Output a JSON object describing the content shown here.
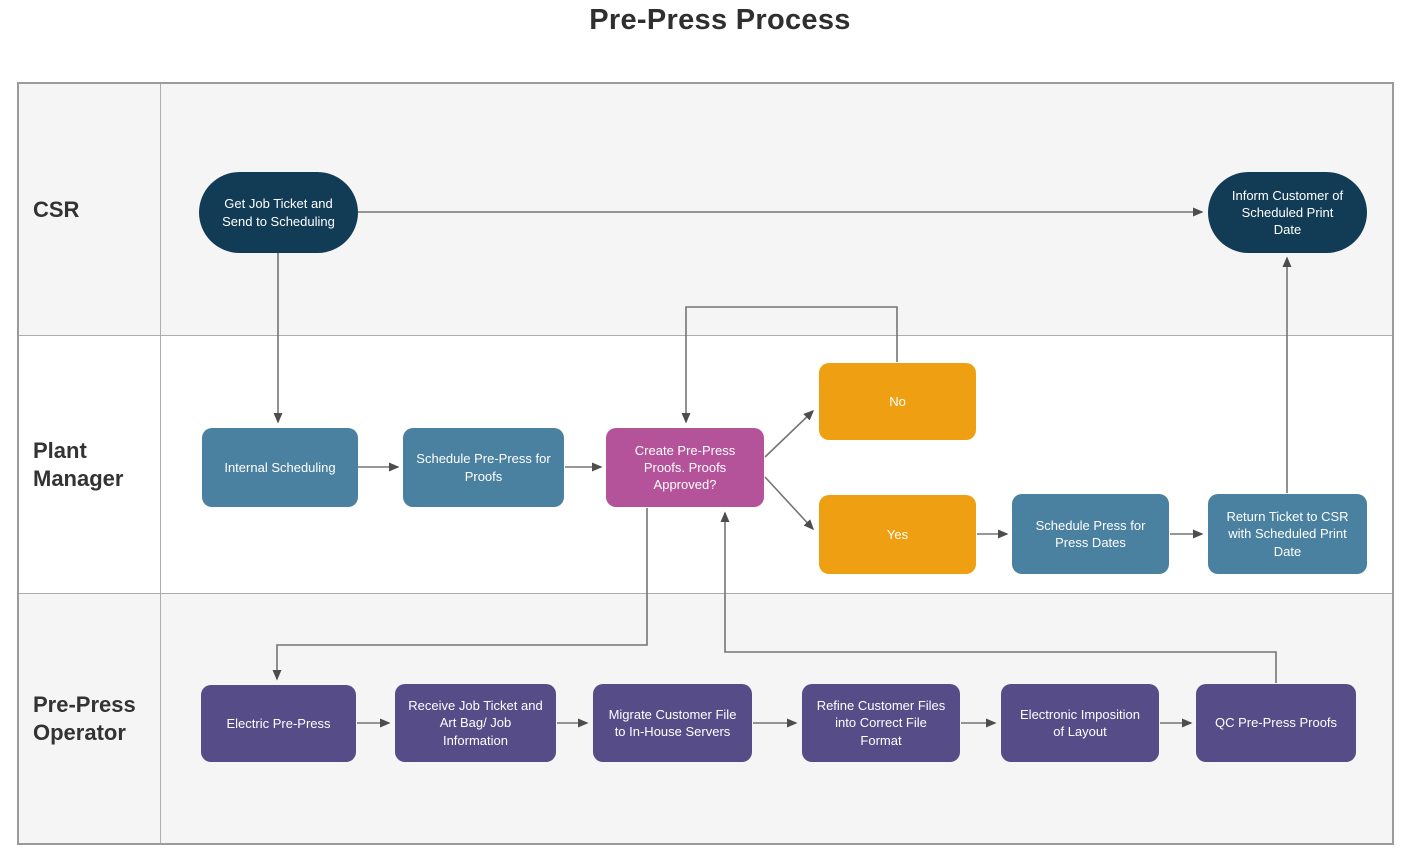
{
  "title": "Pre-Press Process",
  "palette": {
    "navy": "#123C56",
    "blue": "#4A81A1",
    "magenta": "#B4529A",
    "orange": "#EFA012",
    "purple": "#554C88",
    "lane_alt_bg": "#F5F5F6",
    "lane_bg": "#FFFFFF",
    "border": "#9B9B9B",
    "line": "#757575",
    "text_dark": "#333333",
    "node_text": "#FFFFFF"
  },
  "lanes": [
    {
      "label": "CSR"
    },
    {
      "label": "Plant Manager"
    },
    {
      "label": "Pre-Press Operator"
    }
  ],
  "nodes": {
    "get_job_ticket": {
      "label": "Get Job Ticket and Send to Scheduling",
      "color": "navy"
    },
    "inform_customer": {
      "label": "Inform Customer of Scheduled Print Date",
      "color": "navy"
    },
    "internal_scheduling": {
      "label": "Internal Scheduling",
      "color": "blue"
    },
    "schedule_prepress": {
      "label": "Schedule Pre-Press for Proofs",
      "color": "blue"
    },
    "create_proofs": {
      "label": "Create Pre-Press Proofs. Proofs Approved?",
      "color": "magenta"
    },
    "no": {
      "label": "No",
      "color": "orange"
    },
    "yes": {
      "label": "Yes",
      "color": "orange"
    },
    "schedule_press": {
      "label": "Schedule Press for Press Dates",
      "color": "blue"
    },
    "return_ticket": {
      "label": "Return Ticket to CSR with Scheduled Print Date",
      "color": "blue"
    },
    "electric_prepress": {
      "label": "Electric Pre-Press",
      "color": "purple"
    },
    "receive_job_ticket": {
      "label": "Receive Job Ticket and Art Bag/ Job Information",
      "color": "purple"
    },
    "migrate_file": {
      "label": "Migrate Customer File to In-House Servers",
      "color": "purple"
    },
    "refine_files": {
      "label": "Refine Customer Files into Correct File Format",
      "color": "purple"
    },
    "electronic_imposition": {
      "label": "Electronic Imposition of Layout",
      "color": "purple"
    },
    "qc_proofs": {
      "label": "QC Pre-Press Proofs",
      "color": "purple"
    }
  },
  "edges": [
    {
      "from": "get_job_ticket",
      "to": "inform_customer"
    },
    {
      "from": "get_job_ticket",
      "to": "internal_scheduling"
    },
    {
      "from": "internal_scheduling",
      "to": "schedule_prepress"
    },
    {
      "from": "schedule_prepress",
      "to": "create_proofs"
    },
    {
      "from": "create_proofs",
      "to": "no"
    },
    {
      "from": "create_proofs",
      "to": "yes"
    },
    {
      "from": "no",
      "to": "create_proofs"
    },
    {
      "from": "yes",
      "to": "schedule_press"
    },
    {
      "from": "schedule_press",
      "to": "return_ticket"
    },
    {
      "from": "return_ticket",
      "to": "inform_customer"
    },
    {
      "from": "create_proofs",
      "to": "electric_prepress"
    },
    {
      "from": "electric_prepress",
      "to": "receive_job_ticket"
    },
    {
      "from": "receive_job_ticket",
      "to": "migrate_file"
    },
    {
      "from": "migrate_file",
      "to": "refine_files"
    },
    {
      "from": "refine_files",
      "to": "electronic_imposition"
    },
    {
      "from": "electronic_imposition",
      "to": "qc_proofs"
    },
    {
      "from": "qc_proofs",
      "to": "create_proofs"
    }
  ]
}
